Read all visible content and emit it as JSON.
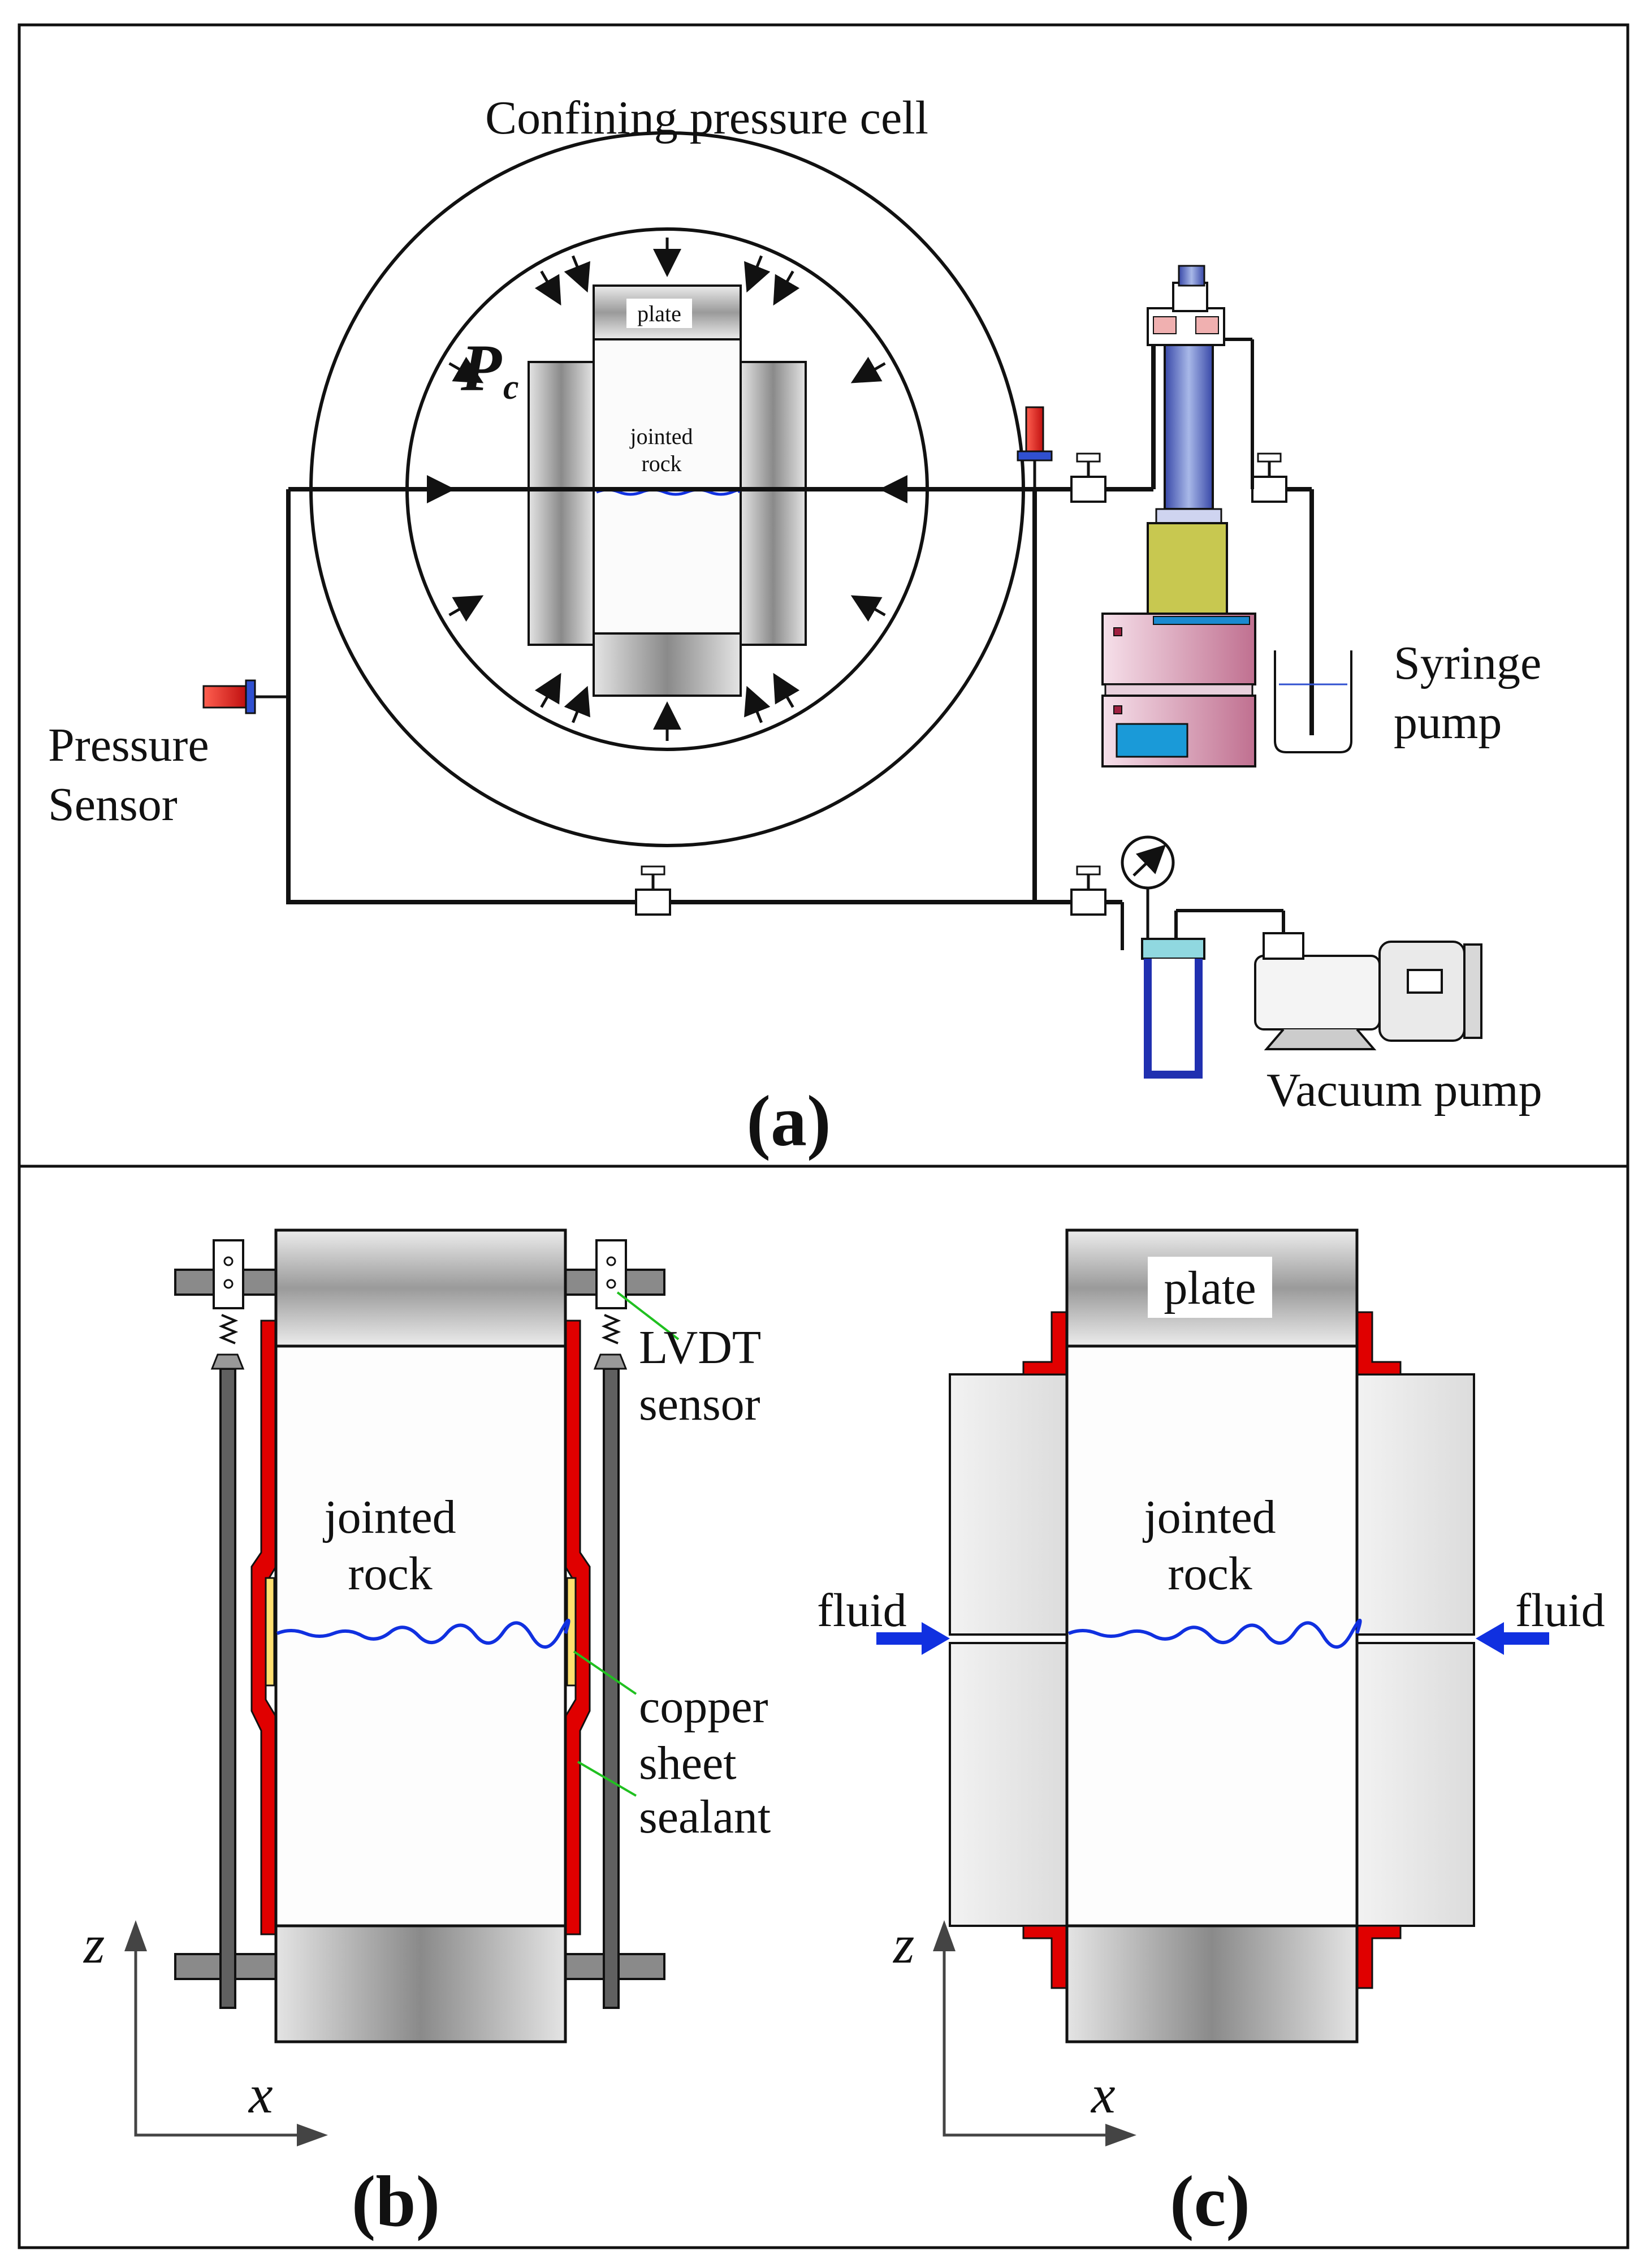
{
  "panel_a": {
    "title": "Confining pressure cell",
    "plate_label": "plate",
    "rock_label_line1": "jointed",
    "rock_label_line2": "rock",
    "pc_symbol": "P",
    "pc_subscript": "c",
    "pressure_sensor_line1": "Pressure",
    "pressure_sensor_line2": "Sensor",
    "syringe_pump_line1": "Syringe",
    "syringe_pump_line2": "pump",
    "vacuum_pump": "Vacuum pump",
    "panel_label": "(a)"
  },
  "panel_b": {
    "rock_label_line1": "jointed",
    "rock_label_line2": "rock",
    "lvdt_line1": "LVDT",
    "lvdt_line2": "sensor",
    "copper_line1": "copper",
    "copper_line2": "sheet",
    "sealant": "sealant",
    "axis_z": "z",
    "axis_x": "x",
    "panel_label": "(b)"
  },
  "panel_c": {
    "plate_label": "plate",
    "rock_label_line1": "jointed",
    "rock_label_line2": "rock",
    "fluid_left": "fluid",
    "fluid_right": "fluid",
    "axis_z": "z",
    "axis_x": "x",
    "panel_label": "(c)"
  },
  "colors": {
    "sealant_red": "#e00000",
    "fluid_blue": "#1030e0",
    "pump_yellow": "#c8c850",
    "pump_body": "#f0c8d8",
    "line": "#111111"
  }
}
